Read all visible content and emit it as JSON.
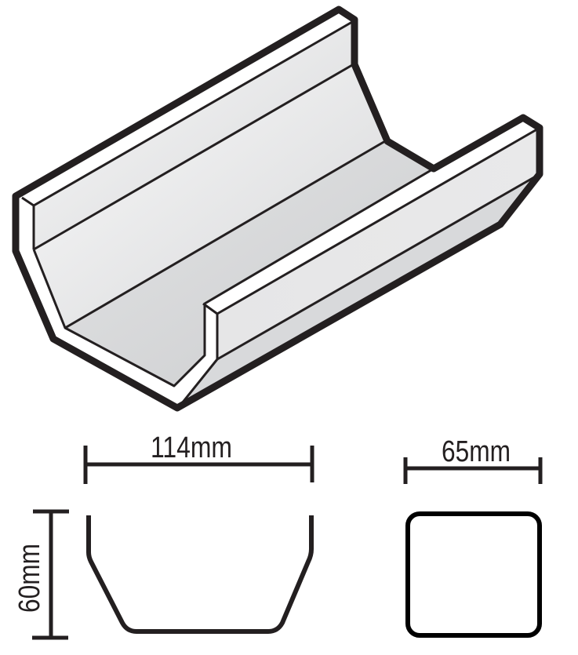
{
  "diagram": {
    "subject": "Square-line gutter profile",
    "colors": {
      "outline": "#231f20",
      "face_light": "#f7f7f7",
      "face_mid": "#dcdcdd",
      "face_dark": "#cdced0",
      "highlight": "#ffffff"
    },
    "dimensions": {
      "width": {
        "label": "114mm",
        "value": 114,
        "unit": "mm"
      },
      "height": {
        "label": "60mm",
        "value": 60,
        "unit": "mm"
      },
      "depth_section": {
        "label": "65mm",
        "value": 65,
        "unit": "mm"
      }
    },
    "views": [
      {
        "id": "isometric",
        "description": "3D isometric view of gutter length"
      },
      {
        "id": "profile",
        "description": "Cross-section profile with 114mm width and 60mm height"
      },
      {
        "id": "end-section",
        "description": "Rounded square section, 65mm"
      }
    ]
  }
}
